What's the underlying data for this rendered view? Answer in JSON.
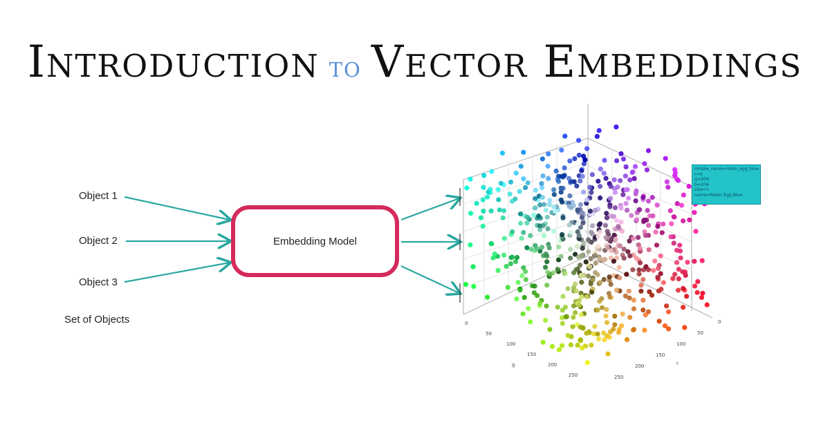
{
  "title": {
    "part1": "Introduction",
    "connector": "to",
    "part2": "Vector Embeddings",
    "connector_color": "#5b8fd6"
  },
  "inputs": [
    {
      "label": "Object 1"
    },
    {
      "label": "Object 2"
    },
    {
      "label": "Object 3"
    }
  ],
  "inputs_caption": "Set of Objects",
  "model": {
    "label": "Embedding Model",
    "border_color": "#d42a5c"
  },
  "arrow_color": "#2aa7a0",
  "plot": {
    "description_type": "3d-scatter",
    "tooltip": [
      "simple_name=robin_egg_blue",
      "r=0",
      "g=204",
      "b=204",
      "size=1",
      "name=Robin Egg Blue"
    ],
    "axis_ticks_left": [
      "0",
      "50",
      "100",
      "150",
      "200",
      "250"
    ],
    "axis_ticks_right": [
      "0",
      "50",
      "100",
      "150",
      "200",
      "250"
    ],
    "axis_letter_left": "g",
    "axis_letter_right": "r"
  }
}
